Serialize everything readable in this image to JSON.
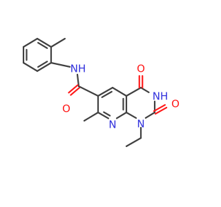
{
  "molecule": {
    "atom_labels": {
      "amide_nh": "NH",
      "amide_o": "O",
      "o_top": "O",
      "nh_ring": "NH",
      "o_right": "O",
      "n_pyridine": "N",
      "n1": "N"
    },
    "colors": {
      "bond": "#404040",
      "oxygen": "#ff1a1a",
      "nitrogen": "#2f2fdc",
      "background": "#ffffff"
    }
  }
}
